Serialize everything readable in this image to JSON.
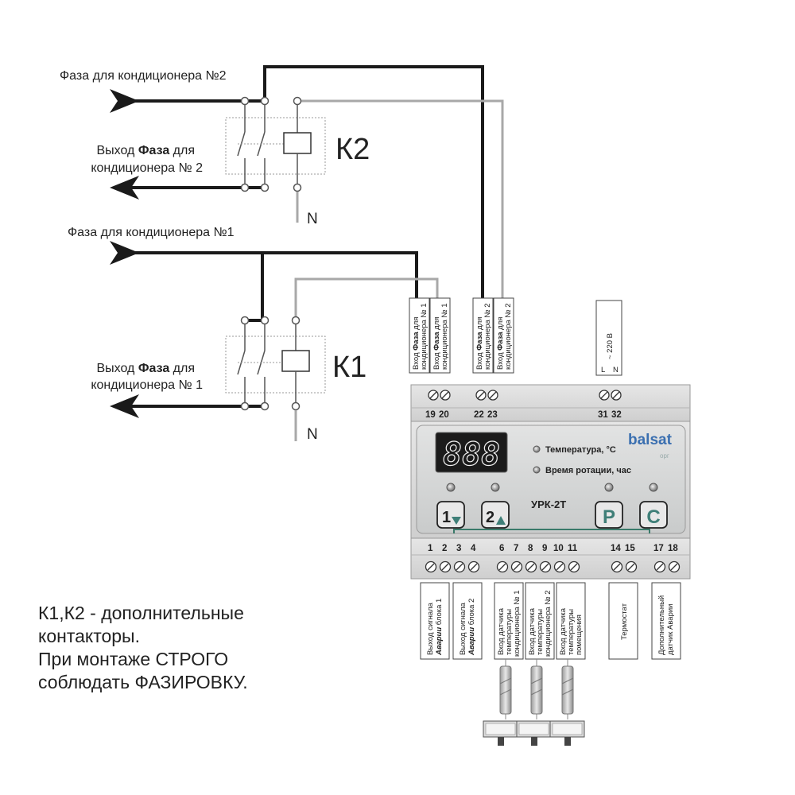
{
  "labels": {
    "phase_ac2": "Фаза для кондиционера №2",
    "out_phase_ac2_a": "Выход ",
    "out_phase_ac2_b": "Фаза",
    "out_phase_ac2_c": " для",
    "out_phase_ac2_line2": "кондиционера № 2",
    "phase_ac1": "Фаза для кондиционера №1",
    "out_phase_ac1_a": "Выход ",
    "out_phase_ac1_b": "Фаза",
    "out_phase_ac1_c": " для",
    "out_phase_ac1_line2": "кондиционера № 1",
    "k2": "К2",
    "k1": "К1",
    "n_top": "N",
    "n_bottom": "N"
  },
  "top_terminals": {
    "in_ac1_a": "Вход ",
    "in_ac1_b": "Фаза",
    "in_ac1_c": " для",
    "in_ac1_line2": "кондиционера № 1",
    "in_ac2_a": "Вход ",
    "in_ac2_b": "Фаза",
    "in_ac2_c": " для",
    "in_ac2_line2": "кондиционера № 2",
    "power": "~ 220 В",
    "power_l": "L",
    "power_n": "N"
  },
  "top_numbers": {
    "n19": "19",
    "n20": "20",
    "n22": "22",
    "n23": "23",
    "n31": "31",
    "n32": "32"
  },
  "device": {
    "display": "888",
    "brand": "balsat",
    "brand_sub": "орг",
    "indicator_temp": "Температура, °С",
    "indicator_rot": "Время ротации, час",
    "model": "УРК-2Т",
    "btn1": "1",
    "btn2": "2",
    "btnP": "P",
    "btnC": "C"
  },
  "bottom_numbers": {
    "n1": "1",
    "n2": "2",
    "n3": "3",
    "n4": "4",
    "n6": "6",
    "n7": "7",
    "n8": "8",
    "n9": "9",
    "n10": "10",
    "n11": "11",
    "n14": "14",
    "n15": "15",
    "n17": "17",
    "n18": "18"
  },
  "bottom_terminals": {
    "alarm1_line1": "Выход сигнала",
    "alarm1_b": "Аварии",
    "alarm1_c": " блока 1",
    "alarm2_line1": "Выход сигнала",
    "alarm2_b": "Аварии",
    "alarm2_c": " блока 2",
    "t1_line1": "Вход датчика",
    "t1_line2": "температуры",
    "t1_line3": "кондиционера № 1",
    "t2_line1": "Вход датчика",
    "t2_line2": "температуры",
    "t2_line3": "кондиционера № 2",
    "tr_line1": "Вход датчика",
    "tr_line2": "температуры",
    "tr_line3": "помещения",
    "thermostat": "Термостат",
    "extra_line1": "Дополнительный",
    "extra_line2": "датчик Аварии"
  },
  "note": {
    "line1": "К1,К2 - дополнительные",
    "line2": "контакторы.",
    "line3": "При монтаже СТРОГО",
    "line4": "соблюдать ФАЗИРОВКУ."
  }
}
